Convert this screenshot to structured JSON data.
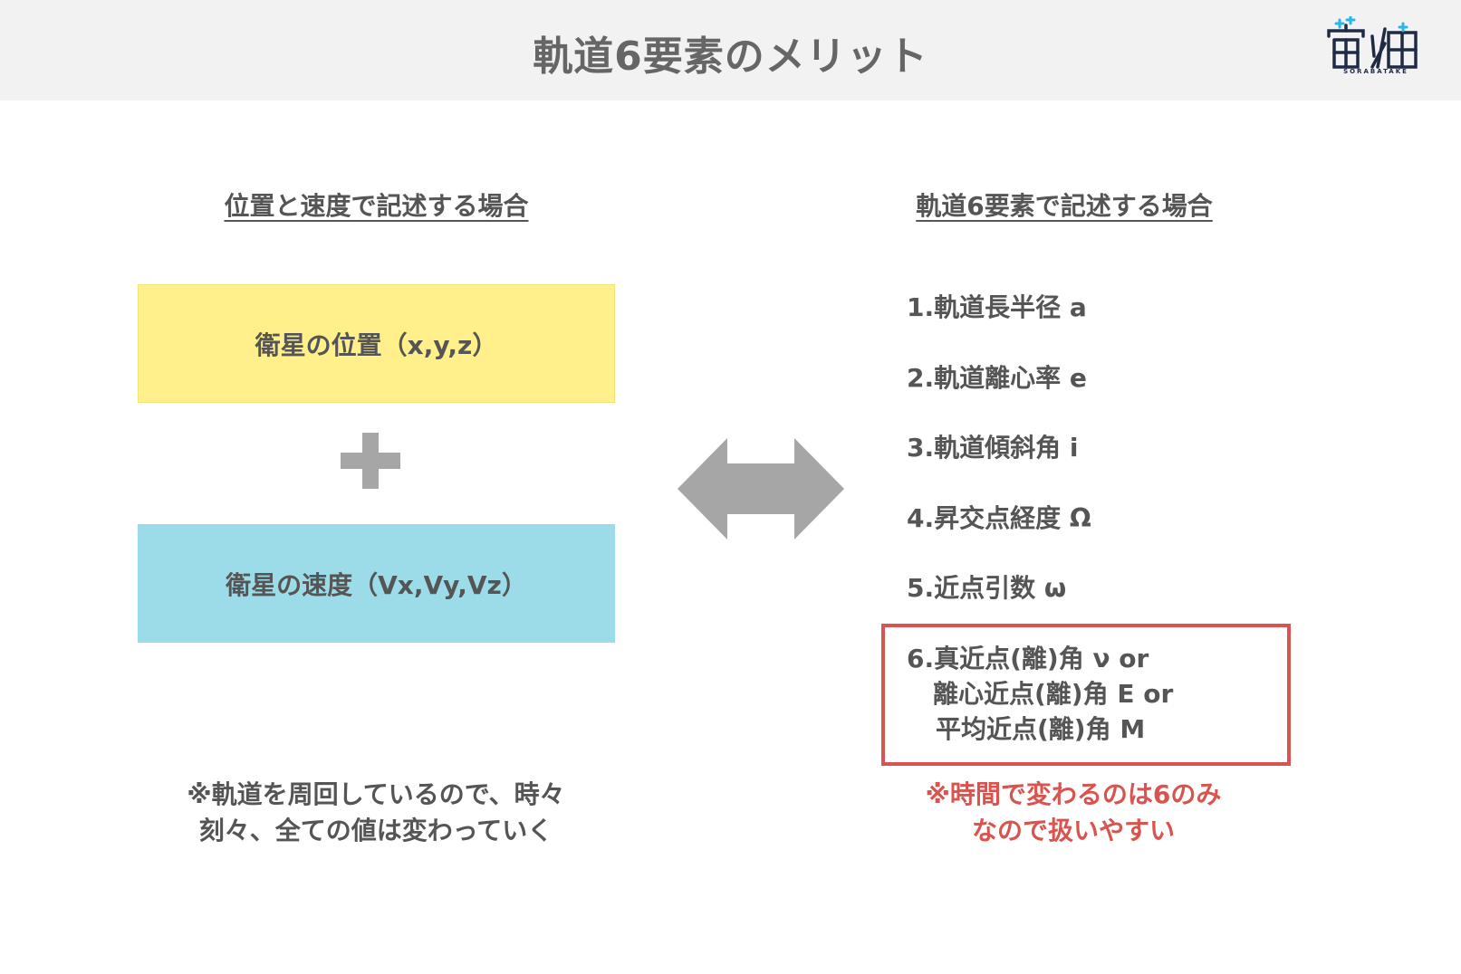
{
  "header": {
    "title": "軌道6要素のメリット",
    "logo_text": "宙畑",
    "logo_subtext": "SORABATAKE"
  },
  "left": {
    "heading": "位置と速度で記述する場合",
    "position_box": "衛星の位置（x,y,z）",
    "velocity_box": "衛星の速度（Vx,Vy,Vz）",
    "note_line1": "※軌道を周回しているので、時々",
    "note_line2": "刻々、全ての値は変わっていく"
  },
  "right": {
    "heading": "軌道6要素で記述する場合",
    "elements": [
      "1.軌道長半径 a",
      "2.軌道離心率 e",
      "3.軌道傾斜角 i",
      "4.昇交点経度 Ω",
      "5.近点引数 ω"
    ],
    "element6": {
      "line1": "6.真近点(離)角 ν or",
      "line2": "離心近点(離)角 E or",
      "line3": "平均近点(離)角 M"
    },
    "note_line1": "※時間で変わるのは6のみ",
    "note_line2": "なので扱いやすい"
  },
  "colors": {
    "header_bg": "#f2f2f2",
    "position_box": "#fff08c",
    "velocity_box": "#9bdce8",
    "accent_red": "#d9534f",
    "arrow_gray": "#a6a6a6"
  }
}
